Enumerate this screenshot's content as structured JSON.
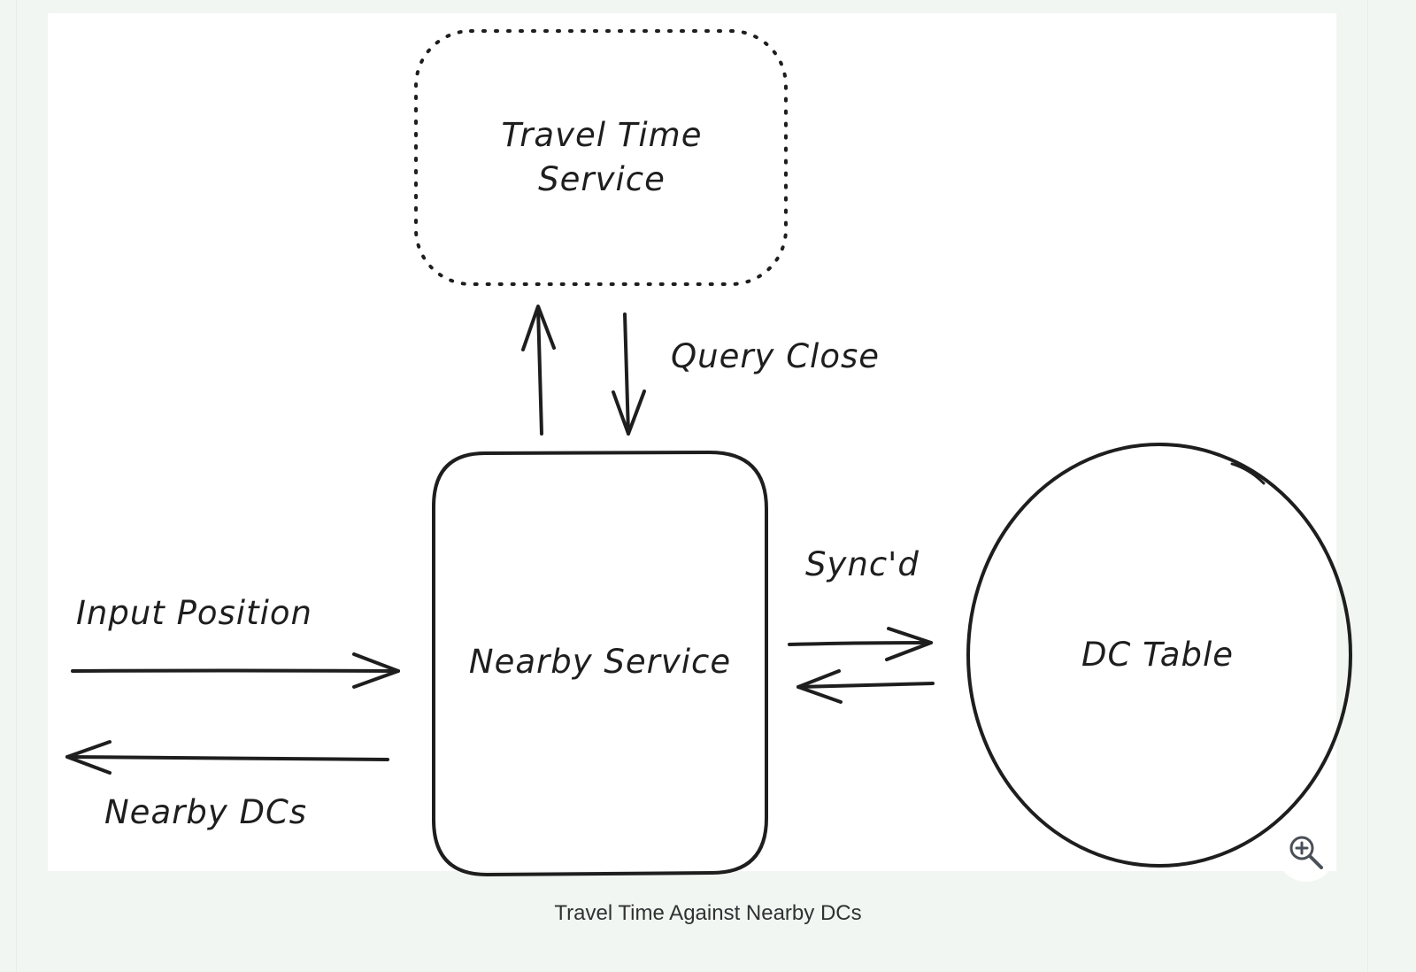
{
  "diagram": {
    "nodes": {
      "travel_time_service": {
        "line1": "Travel Time",
        "line2": "Service"
      },
      "nearby_service": {
        "label": "Nearby Service"
      },
      "dc_table": {
        "label": "DC Table"
      }
    },
    "edges": {
      "query_close": {
        "label": "Query Close"
      },
      "synced": {
        "label": "Sync'd"
      },
      "input_position": {
        "label": "Input Position"
      },
      "nearby_dcs": {
        "label": "Nearby DCs"
      }
    },
    "stroke_color": "#1e1e1e"
  },
  "caption": {
    "text": "Travel Time Against Nearby DCs"
  },
  "zoom_button": {
    "icon": "zoom-in-icon"
  }
}
